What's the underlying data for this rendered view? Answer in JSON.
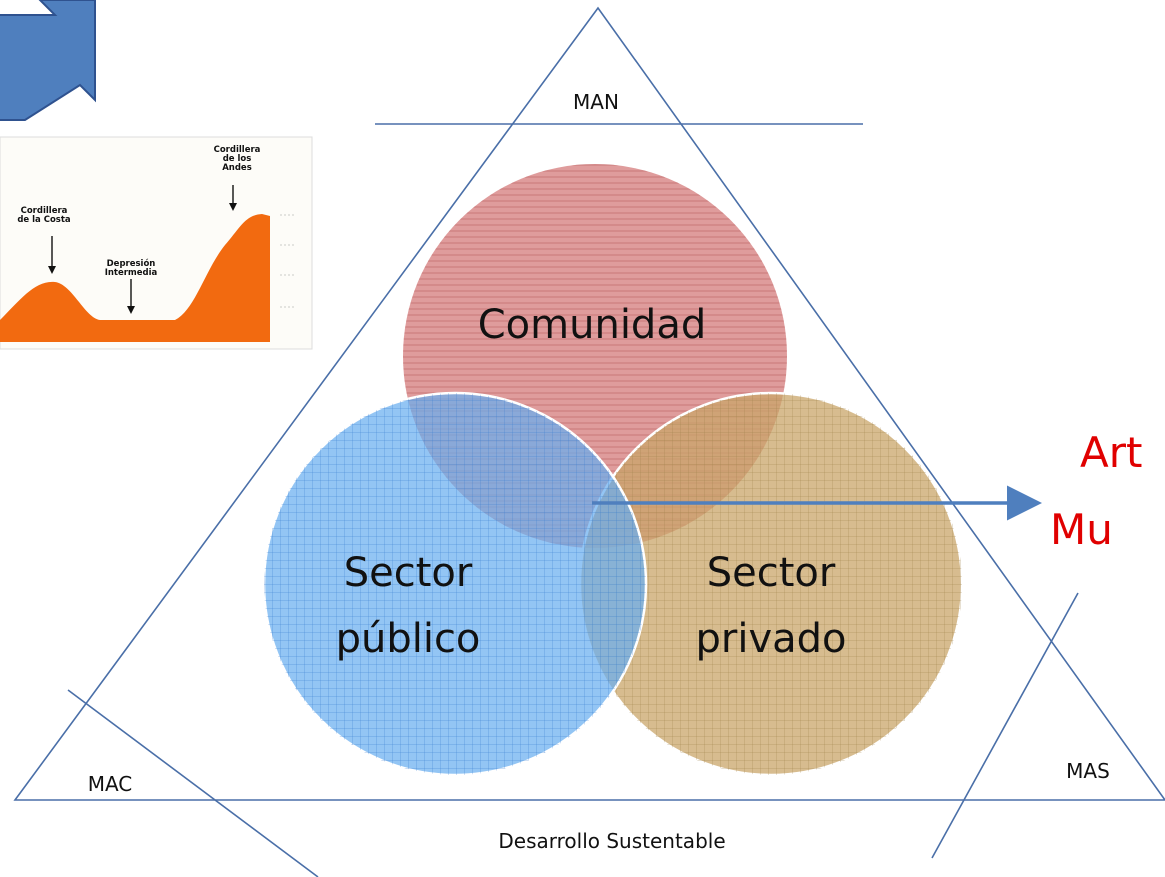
{
  "diagram": {
    "triangle_labels": {
      "top": "MAN",
      "left": "MAC",
      "right": "MAS",
      "bottom": "Desarrollo Sustentable"
    },
    "circles": {
      "top": "Comunidad",
      "left_line1": "Sector",
      "left_line2": "público",
      "right_line1": "Sector",
      "right_line2": "privado"
    },
    "callout": {
      "line1": "Art",
      "line2": "Mu"
    },
    "profile_inset": {
      "cordillera_costa_1": "Cordillera",
      "cordillera_costa_2": "de la Costa",
      "depresion_1": "Depresión",
      "depresion_2": "Intermedia",
      "andes_1": "Cordillera",
      "andes_2": "de los",
      "andes_3": "Andes"
    },
    "colors": {
      "triangle_line": "#4a6fa8",
      "arrow_fill": "#4f7fbe",
      "arrow_stroke": "#2f528f",
      "community_circle": "#d98b8b",
      "public_circle": "#6aaef0",
      "private_circle": "#c9a56a",
      "profile_fill": "#f26a10",
      "callout_text": "#e00000"
    }
  }
}
